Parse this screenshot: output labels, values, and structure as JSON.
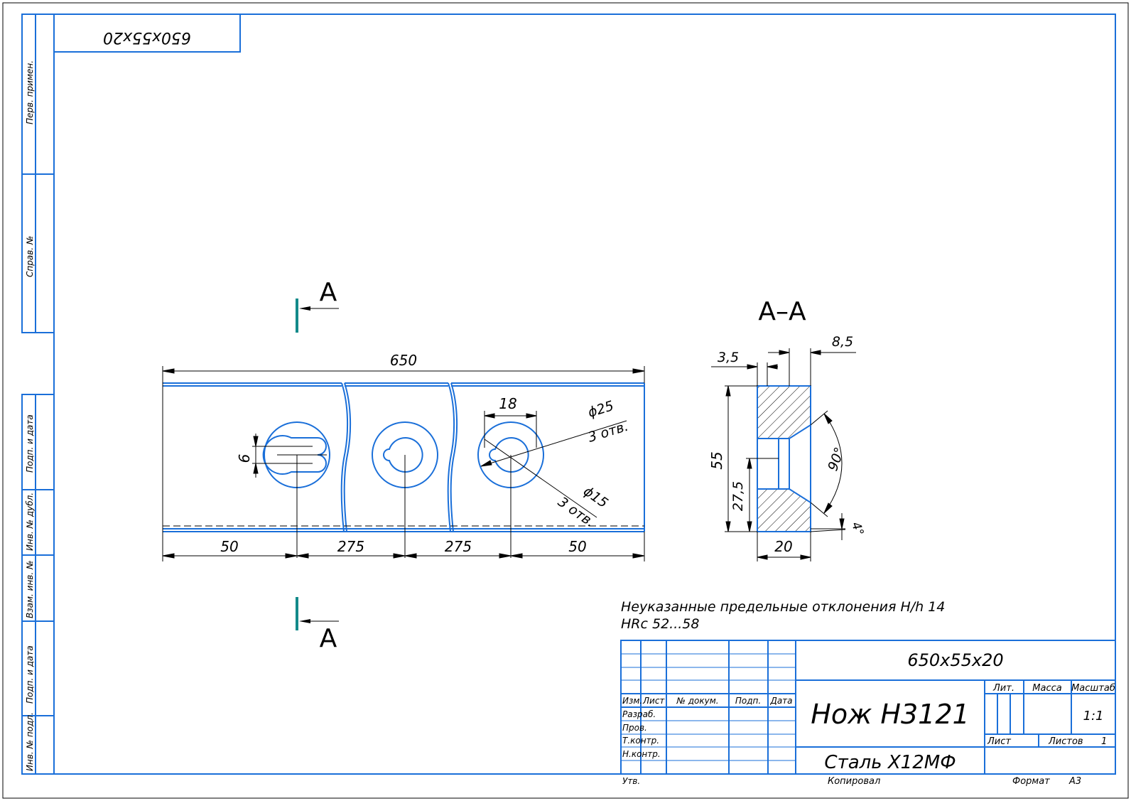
{
  "drawing": {
    "mirrored_stamp": "650x55x20",
    "section_marker_top": "А",
    "section_marker_bottom": "А",
    "section_title": "А–А",
    "notes": [
      "Неуказанные предельные отклонения H/h 14",
      "HRc 52...58"
    ]
  },
  "dimensions": {
    "overall_length": "650",
    "pitch_1": "50",
    "pitch_2": "275",
    "pitch_3": "275",
    "pitch_4": "50",
    "slot_width": "6",
    "slot_length": "18",
    "outer_diameter": "ϕ25",
    "outer_holes": "3 отв.",
    "inner_diameter": "ϕ15",
    "inner_holes": "3 отв.",
    "section_offset": "3,5",
    "section_depth": "8,5",
    "section_height": "55",
    "section_half_height": "27,5",
    "section_width": "20",
    "angle": "90°",
    "taper": "4°"
  },
  "side_labels": [
    "Перв. примен.",
    "Справ. №",
    "Подп. и дата",
    "Инв. № дубл.",
    "Взам. инв. №",
    "Подп. и дата",
    "Инв. № подл."
  ],
  "title_block": {
    "designation": "650x55x20",
    "name": "Нож Н3121",
    "material": "Сталь Х12МФ",
    "col_izm": "Изм.",
    "col_list": "Лист",
    "col_doc": "№ докум.",
    "col_sign": "Подп.",
    "col_date": "Дата",
    "row_razrab": "Разраб.",
    "row_prov": "Пров.",
    "row_tkontr": "Т.контр.",
    "row_nkontr": "Н.контр.",
    "row_utv": "Утв.",
    "lit": "Лит.",
    "massa": "Масса",
    "masshtab": "Масштаб",
    "scale": "1:1",
    "sheet": "Лист",
    "sheets": "Листов",
    "sheets_count": "1",
    "copied": "Копировал",
    "format_label": "Формат",
    "format": "А3"
  },
  "colors": {
    "frame": "#1a6fd9",
    "marker": "#138a8a",
    "line": "#000000"
  }
}
